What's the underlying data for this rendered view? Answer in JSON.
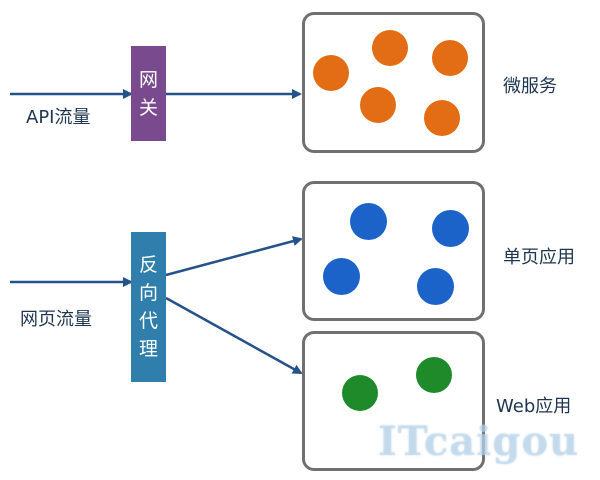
{
  "colors": {
    "gateway": "#7a4a8e",
    "proxy": "#2f7eac",
    "arrow": "#25528a",
    "container_border": "#707070",
    "microservice_dot": "#e26d14",
    "spa_dot": "#1c63c9",
    "web_dot": "#1f8a2a",
    "watermark": "#bdd6ea"
  },
  "labels": {
    "api_traffic": "API流量",
    "web_traffic": "网页流量",
    "microservices": "微服务",
    "spa": "单页应用",
    "web_app": "Web应用"
  },
  "gateway": {
    "chars": [
      "网",
      "关"
    ]
  },
  "proxy": {
    "chars": [
      "反",
      "向",
      "代",
      "理"
    ]
  },
  "watermark": "ITcaigou"
}
